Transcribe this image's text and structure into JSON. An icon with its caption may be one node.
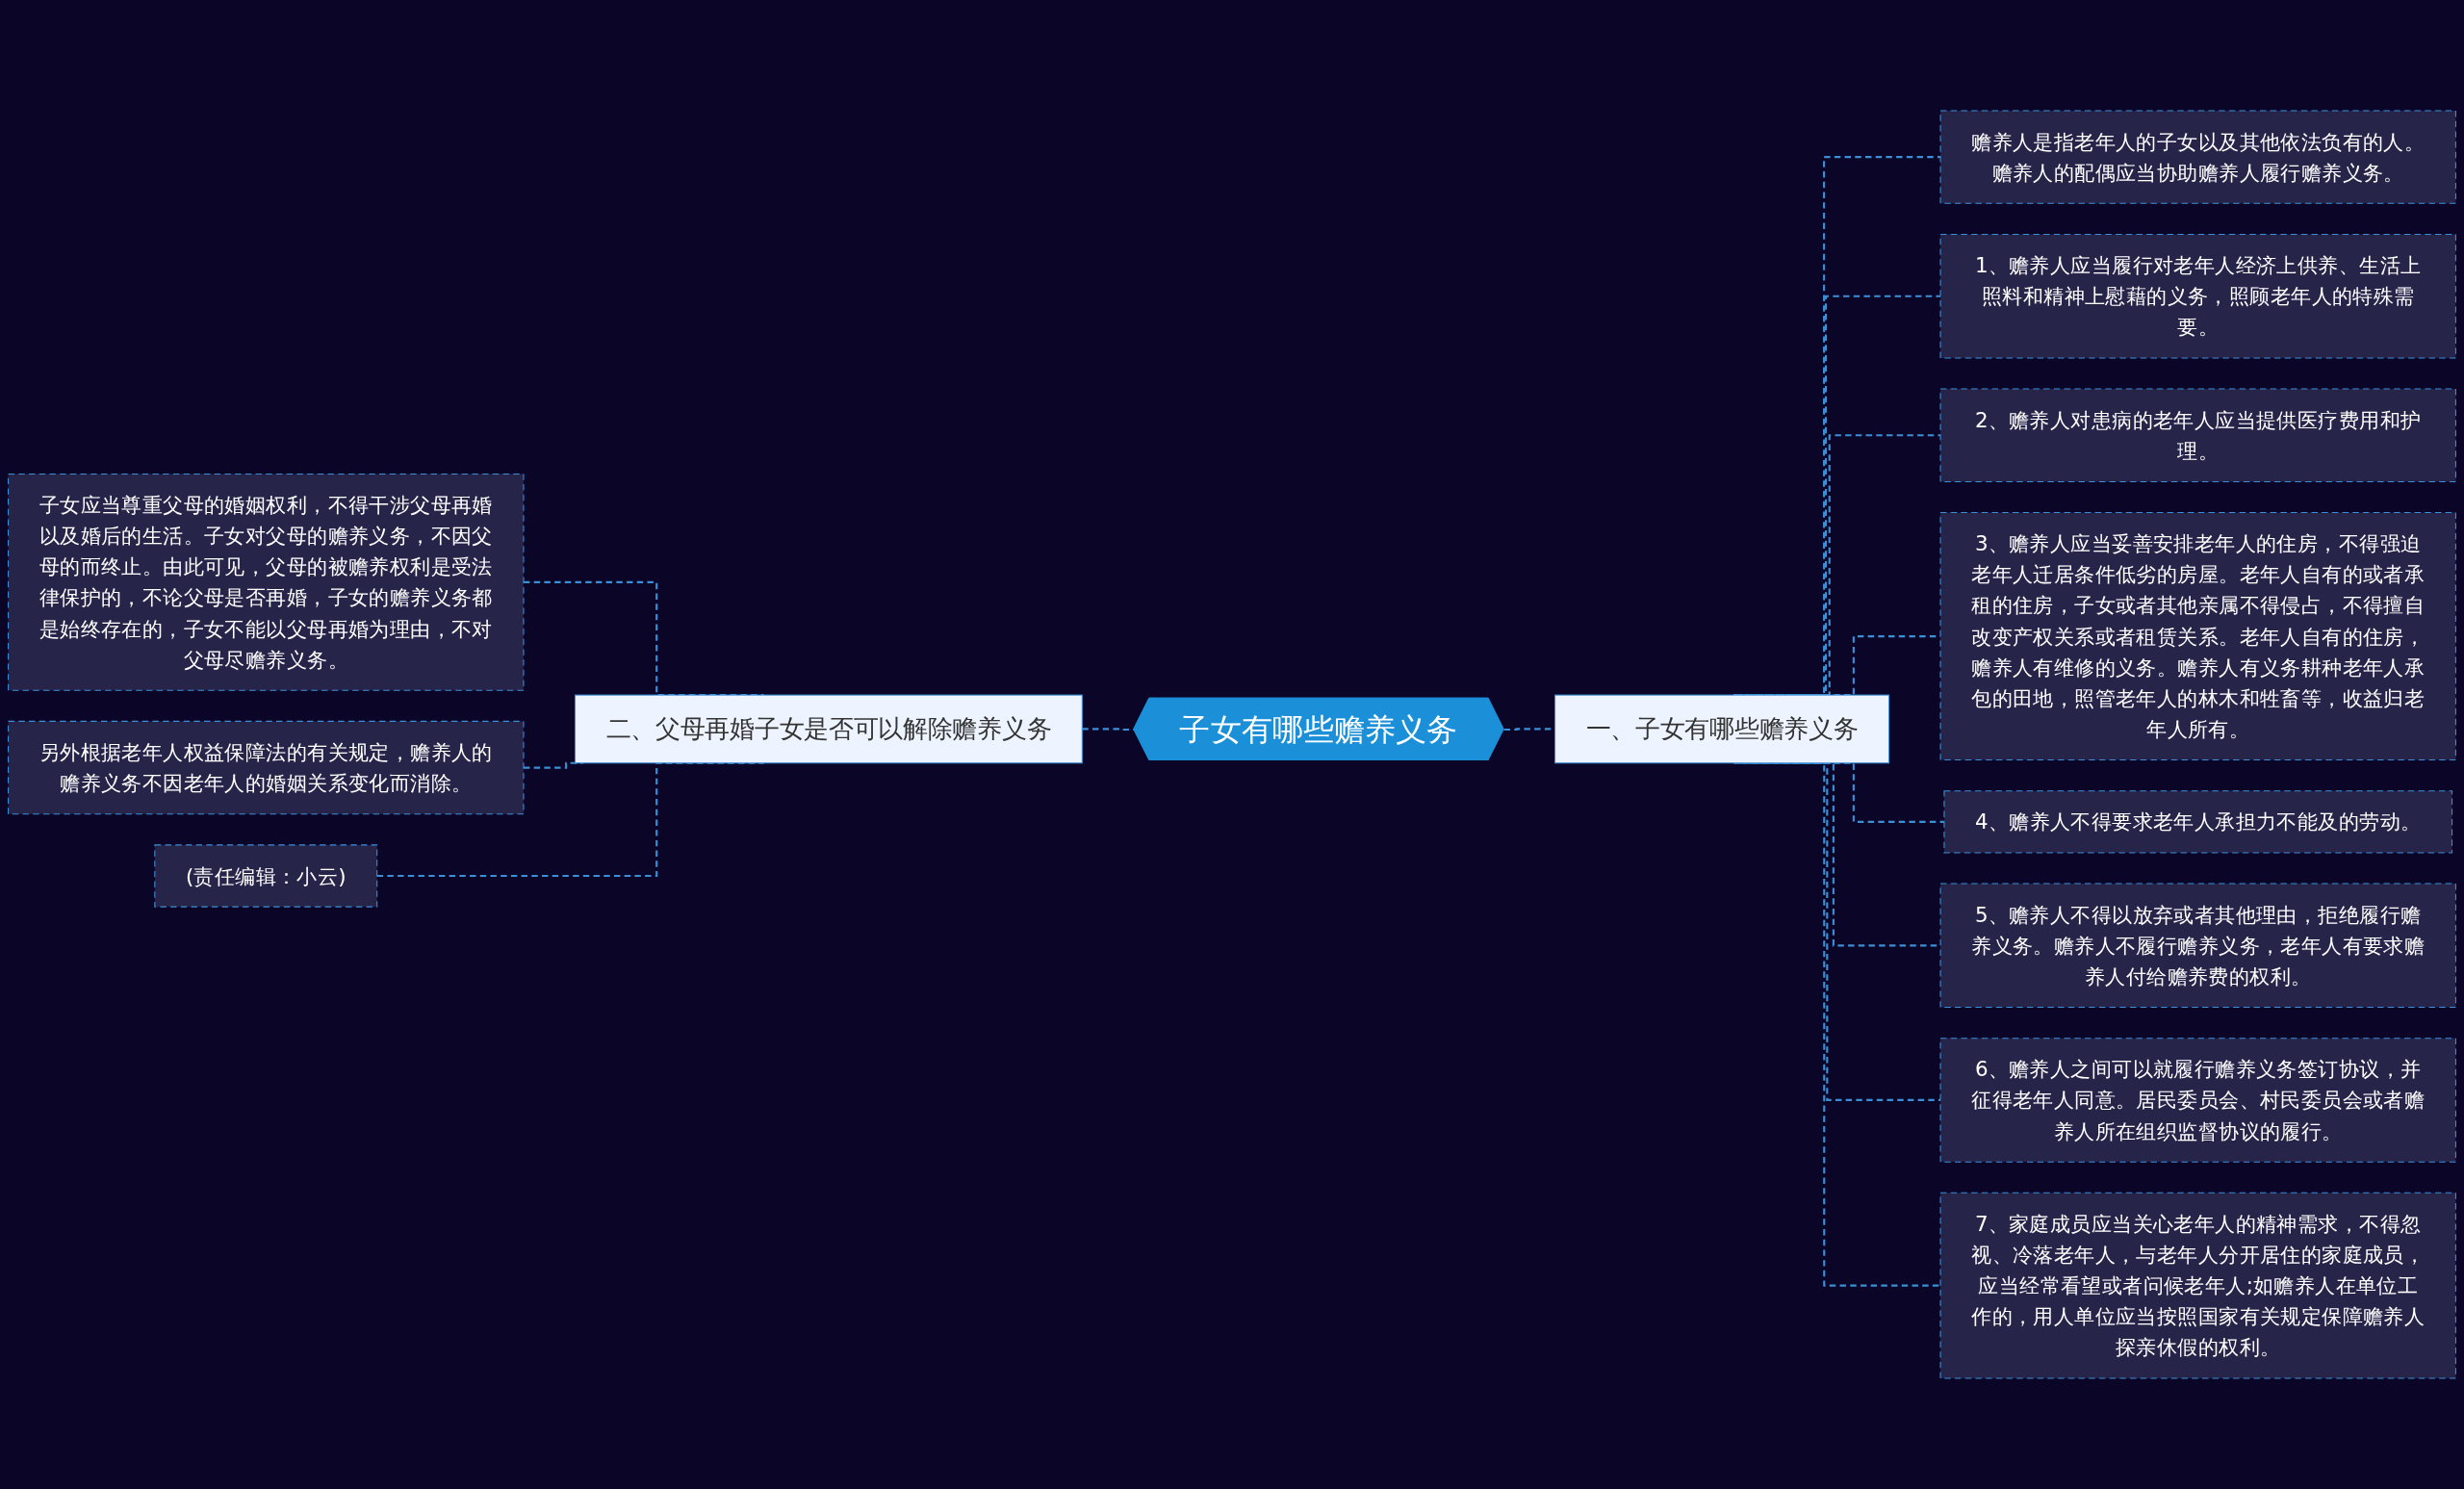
{
  "diagram": {
    "nodes": [
      {
        "text": [
          "子女有哪些赡养义务"
        ]
      },
      {
        "text": [
          "一、子女有哪些赡养义务"
        ]
      },
      {
        "text": [
          "赡养人是指老年人的子女以及其他依法负有的人。赡养人的配偶应当协助赡养人履行赡养义务。"
        ]
      },
      {
        "text": [
          "1、赡养人应当履行对老年人经济上供养、生活上照料和精神上慰藉的义务，照顾老年人的特殊需要。"
        ]
      },
      {
        "text": [
          "2、赡养人对患病的老年人应当提供医疗费用和护理。"
        ]
      },
      {
        "text": [
          "3、赡养人应当妥善安排老年人的住房，不得强迫老年人迁居条件低劣的房屋。老年人自有的或者承租的住房，子女或者其他亲属不得侵占，不得擅自改变产权关系或者租赁关系。老年人自有的住房，赡养人有维修的义务。赡养人有义务耕种老年人承包的田地，照管老年人的林木和牲畜等，收益归老年人所有。"
        ]
      },
      {
        "text": [
          "4、赡养人不得要求老年人承担力不能及的劳动。"
        ]
      },
      {
        "text": [
          "5、赡养人不得以放弃或者其他理由，拒绝履行赡养义务。赡养人不履行赡养义务，老年人有要求赡养人付给赡养费的权利。"
        ]
      },
      {
        "text": [
          "6、赡养人之间可以就履行赡养义务签订协议，并征得老年人同意。居民委员会、村民委员会或者赡养人所在组织监督协议的履行。"
        ]
      },
      {
        "text": [
          "7、家庭成员应当关心老年人的精神需求，不得忽视、冷落老年人，与老年人分开居住的家庭成员，应当经常看望或者问候老年人;如赡养人在单位工作的，用人单位应当按照国家有关规定保障赡养人探亲休假的权利。"
        ]
      },
      {
        "text": [
          "二、父母再婚子女是否可以解除赡养义务"
        ]
      },
      {
        "text": [
          "子女应当尊重父母的婚姻权利，不得干涉父母再婚以及婚后的生活。子女对父母的赡养义务，不因父母的而终止。由此可见，父母的被赡养权利是受法律保护的，不论父母是否再婚，子女的赡养义务都是始终存在的，子女不能以父母再婚为理由，不对父母尽赡养义务。"
        ]
      },
      {
        "text": [
          "另外根据老年人权益保障法的有关规定，赡养人的赡养义务不因老年人的婚姻关系变化而消除。"
        ]
      },
      {
        "text": [
          "(责任编辑：小云)"
        ]
      }
    ],
    "edges": [
      {
        "from": 0,
        "to": 1,
        "arrow": "none",
        "style": "dashed"
      },
      {
        "from": 1,
        "to": 2,
        "arrow": "none",
        "style": "dashed"
      },
      {
        "from": 1,
        "to": 3,
        "arrow": "none",
        "style": "dashed"
      },
      {
        "from": 1,
        "to": 4,
        "arrow": "none",
        "style": "dashed"
      },
      {
        "from": 1,
        "to": 5,
        "arrow": "none",
        "style": "dashed"
      },
      {
        "from": 1,
        "to": 6,
        "arrow": "none",
        "style": "dashed"
      },
      {
        "from": 1,
        "to": 7,
        "arrow": "none",
        "style": "dashed"
      },
      {
        "from": 1,
        "to": 8,
        "arrow": "none",
        "style": "dashed"
      },
      {
        "from": 1,
        "to": 9,
        "arrow": "none",
        "style": "dashed"
      },
      {
        "from": 0,
        "to": 10,
        "arrow": "none",
        "style": "dashed"
      },
      {
        "from": 10,
        "to": 11,
        "arrow": "none",
        "style": "dashed"
      },
      {
        "from": 10,
        "to": 12,
        "arrow": "none",
        "style": "dashed"
      },
      {
        "from": 10,
        "to": 13,
        "arrow": "none",
        "style": "dashed"
      }
    ]
  }
}
